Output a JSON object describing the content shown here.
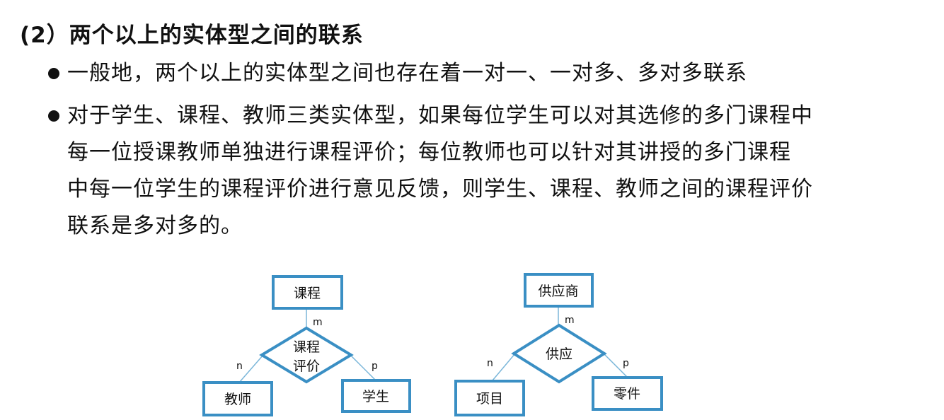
{
  "title": "(2）两个以上的实体型之间的联系",
  "bullets": [
    {
      "lines": [
        "一般地，两个以上的实体型之间也存在着一对一、一对多、多对多联系"
      ]
    },
    {
      "lines": [
        "对于学生、课程、教师三类实体型，如果每位学生可以对其选修的多门课程中",
        "每一位授课教师单独进行课程评价；每位教师也可以针对其讲授的多门课程",
        "中每一位学生的课程评价进行意见反馈，则学生、课程、教师之间的课程评价",
        "联系是多对多的。"
      ]
    }
  ],
  "diagram1": {
    "top": "课程",
    "relation_line1": "课程",
    "relation_line2": "评价",
    "left": "教师",
    "right": "学生",
    "m": "m",
    "n": "n",
    "p": "p"
  },
  "diagram2": {
    "top": "供应商",
    "relation": "供应",
    "left": "项目",
    "right": "零件",
    "m": "m",
    "n": "n",
    "p": "p"
  }
}
